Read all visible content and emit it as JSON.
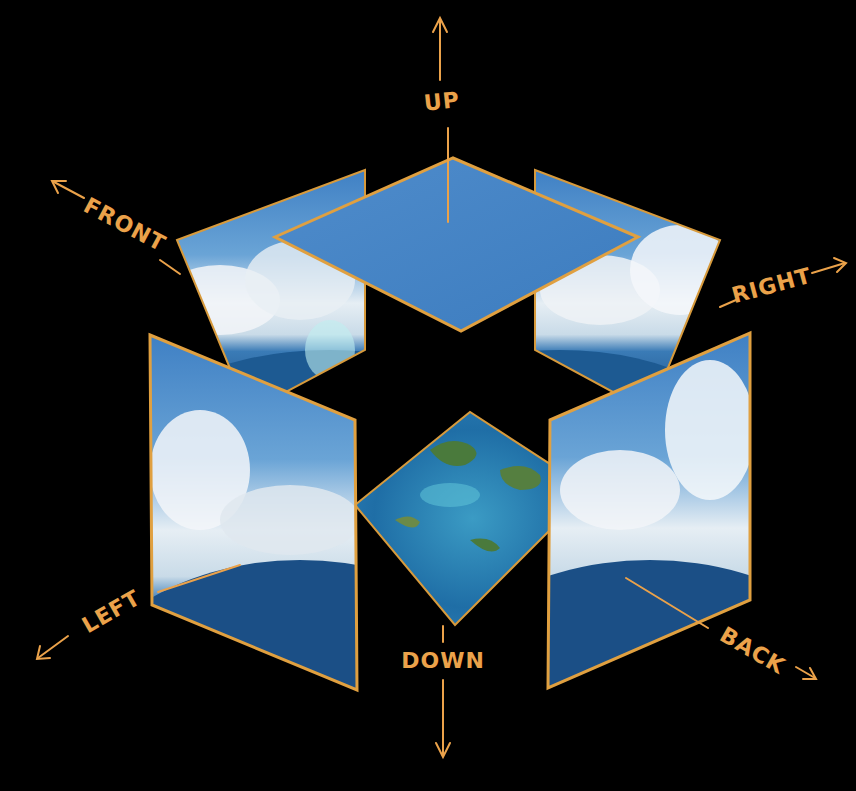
{
  "diagram": {
    "labels": [
      "UP",
      "FRONT",
      "RIGHT",
      "LEFT",
      "DOWN",
      "BACK"
    ]
  }
}
